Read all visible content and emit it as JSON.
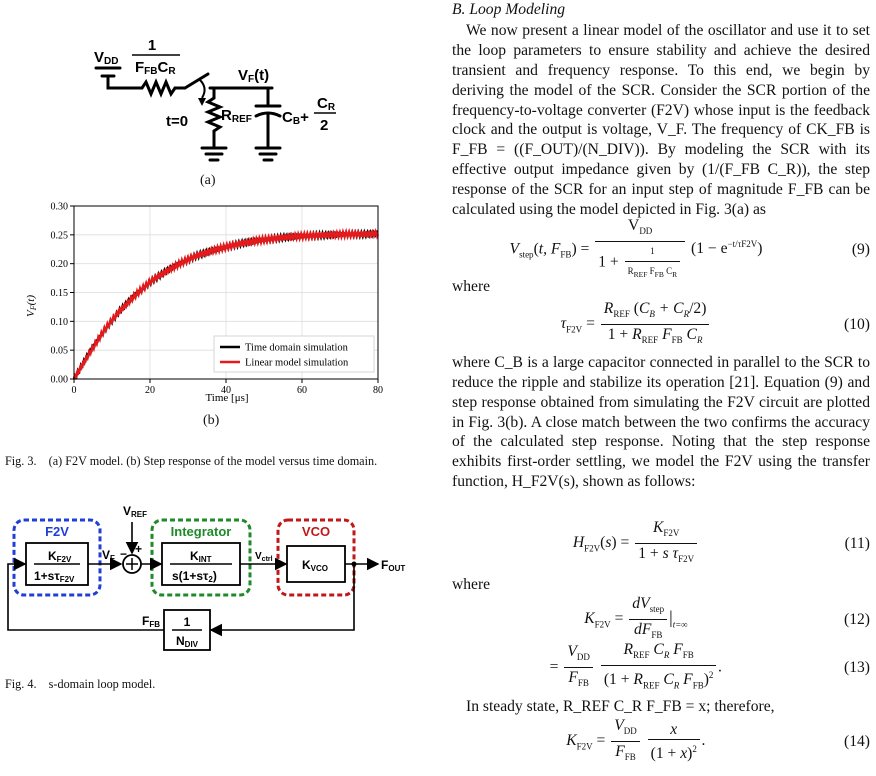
{
  "fig3": {
    "caption": "Fig. 3. (a) F2V model. (b) Step response of the model versus time domain.",
    "label_a": "(a)",
    "label_b": "(b)",
    "circuit": {
      "vdd": "V",
      "vdd_sub": "DD",
      "frac_num": "1",
      "frac_den_f": "F",
      "frac_den_sub": "FB",
      "frac_den_c": "C",
      "frac_den_csub": "R",
      "vf": "V",
      "vf_sub": "F",
      "vf_t": "(t)",
      "t0": "t=0",
      "rref": "R",
      "rref_sub": "REF",
      "cb": "C",
      "cb_sub": "B",
      "plus": "+",
      "cr_num": "C",
      "cr_sub": "R",
      "cr_den": "2"
    }
  },
  "chart_data": {
    "type": "line",
    "xlabel": "Time [μs]",
    "ylabel": "V_F(t)",
    "xlim": [
      0,
      80
    ],
    "ylim": [
      0,
      0.3
    ],
    "xticks": [
      "0",
      "20",
      "40",
      "60",
      "80"
    ],
    "yticks": [
      "0.00",
      "0.05",
      "0.10",
      "0.15",
      "0.20",
      "0.25",
      "0.30"
    ],
    "legend_position": "bottom-right",
    "series": [
      {
        "name": "Time domain simulation",
        "color": "#000000",
        "x": [
          0,
          4,
          8,
          12,
          16,
          20,
          24,
          28,
          32,
          36,
          40,
          44,
          48,
          52,
          56,
          60,
          64,
          68,
          72,
          76,
          80
        ],
        "y": [
          0.0,
          0.045,
          0.085,
          0.118,
          0.145,
          0.168,
          0.186,
          0.201,
          0.213,
          0.222,
          0.229,
          0.235,
          0.24,
          0.243,
          0.246,
          0.248,
          0.249,
          0.25,
          0.251,
          0.251,
          0.252
        ]
      },
      {
        "name": "Linear model simulation",
        "color": "#e41a1c",
        "x": [
          0,
          4,
          8,
          12,
          16,
          20,
          24,
          28,
          32,
          36,
          40,
          44,
          48,
          52,
          56,
          60,
          64,
          68,
          72,
          76,
          80
        ],
        "y": [
          0.0,
          0.045,
          0.085,
          0.118,
          0.145,
          0.168,
          0.186,
          0.201,
          0.213,
          0.222,
          0.229,
          0.235,
          0.24,
          0.243,
          0.246,
          0.248,
          0.249,
          0.25,
          0.251,
          0.251,
          0.252
        ]
      }
    ]
  },
  "fig4": {
    "caption": "Fig. 4. s-domain loop model.",
    "vref": "V",
    "vref_sub": "REF",
    "f2v_title": "F2V",
    "f2v_num": "K",
    "f2v_num_sub": "F2V",
    "f2v_den": "1+sτ",
    "f2v_den_sub": "F2V",
    "integrator_title": "Integrator",
    "int_num": "K",
    "int_num_sub": "INT",
    "int_den": "s(1+sτ",
    "int_den_sub": "2",
    "int_den_close": ")",
    "vco_title": "VCO",
    "vco_k": "K",
    "vco_sub": "VCO",
    "vf": "V",
    "vf_sub": "F",
    "minus": "−",
    "plus": "+",
    "vctrl": "V",
    "vctrl_sub": "ctrl",
    "fout": "F",
    "fout_sub": "OUT",
    "ffb": "F",
    "ffb_sub": "FB",
    "ndiv_num": "1",
    "ndiv": "N",
    "ndiv_sub": "DIV",
    "colors": {
      "f2v": "#1f3fd6",
      "integrator": "#1f8a2a",
      "vco": "#c01818"
    }
  },
  "text": {
    "section": "B. Loop Modeling",
    "p1": "We now present a linear model of the oscillator and use it to set the loop parameters to ensure stability and achieve the desired transient and frequency response. To this end, we begin by deriving the model of the SCR. Consider the SCR portion of the frequency-to-voltage converter (F2V) whose input is the feedback clock and the output is voltage, V_F. The frequency of CK_FB is F_FB = ((F_OUT)/(N_DIV)). By modeling the SCR with its effective output impedance given by (1/(F_FB C_R)), the step response of the SCR for an input step of magnitude F_FB can be calculated using the model depicted in Fig. 3(a) as",
    "where1": "where",
    "p2": "where C_B is a large capacitor connected in parallel to the SCR to reduce the ripple and stabilize its operation [21]. Equation (9) and step response obtained from simulating the F2V circuit are plotted in Fig. 3(b). A close match between the two confirms the accuracy of the calculated step response. Noting that the step response exhibits first-order settling, we model the F2V using the transfer function, H_F2V(s), shown as follows:",
    "where2": "where",
    "p3": "In steady state, R_REF C_R F_FB = x; therefore,",
    "eq9": "(9)",
    "eq10": "(10)",
    "eq11": "(11)",
    "eq12": "(12)",
    "eq13": "(13)",
    "eq14": "(14)"
  }
}
